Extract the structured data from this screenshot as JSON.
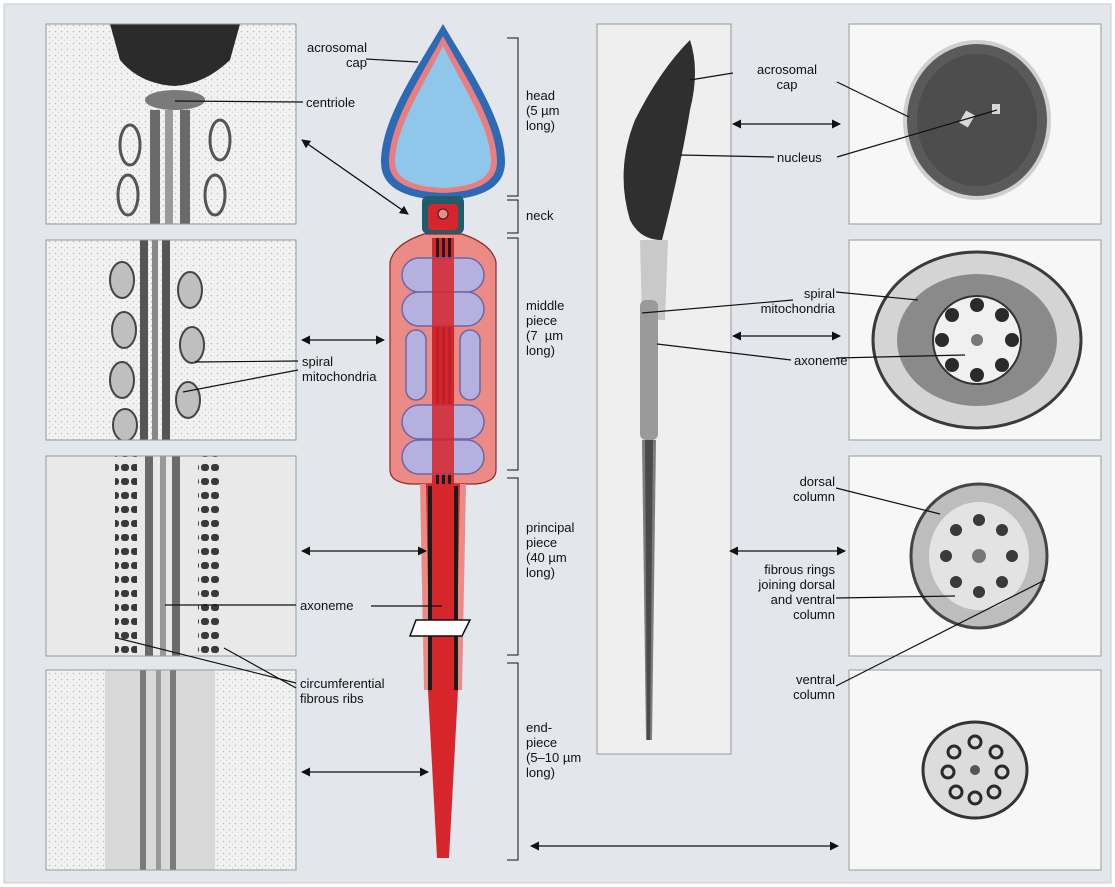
{
  "labels": {
    "acrosomal_cap_left": "acrosomal\ncap",
    "centriole": "centriole",
    "spiral_mito_left": "spiral\nmitochondria",
    "axoneme_left": "axoneme",
    "circumferential": "circumferential\nfibrous ribs",
    "acrosomal_cap_right": "acrosomal\ncap",
    "nucleus": "nucleus",
    "spiral_mito_right": "spiral\nmitochondria",
    "axoneme_right": "axoneme",
    "dorsal_column": "dorsal\ncolumn",
    "fibrous_rings": "fibrous rings\njoining dorsal\nand ventral\ncolumn",
    "ventral_column": "ventral\ncolumn"
  },
  "segments": {
    "head": "head\n(5 µm\nlong)",
    "neck": "neck",
    "middle": "middle\npiece\n(7  µm\nlong)",
    "principal": "principal\npiece\n(40 µm\nlong)",
    "end": "end-\npiece\n(5–10 µm\nlong)"
  },
  "colors": {
    "background": "#e3e6eb",
    "head_fill": "#8ec7ea",
    "head_border": "#2d6ab5",
    "acrosome_pink": "#ea7d7d",
    "tail_red": "#d6252b",
    "tail_pink": "#ec8b85",
    "mitochondria": "#b5b1df",
    "neck_teal": "#235b6b"
  }
}
